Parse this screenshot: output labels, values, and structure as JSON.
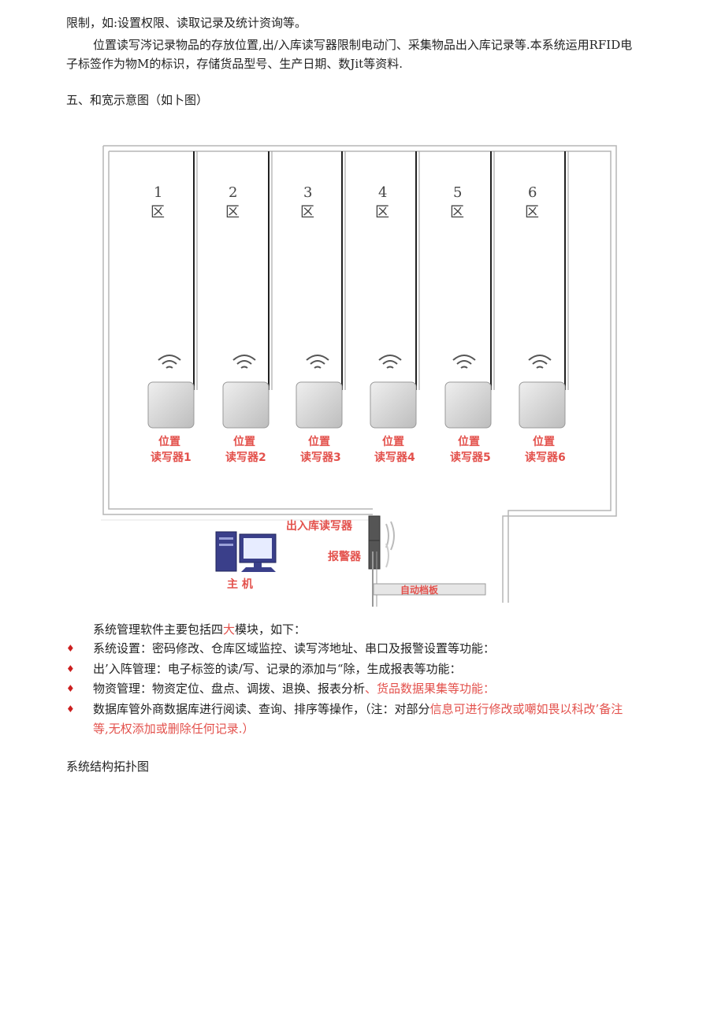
{
  "intro": {
    "line1": "限制，如:设置权限、读取记录及统计资询等。",
    "line2": "位置读写涔记录物品的存放位置,出/入库读写器限制电动门、采集物品出入库记录等.本系统运用RFID电",
    "line3": "子标签作为物M的标识，存储货品型号、生产日期、数Jit等资料."
  },
  "section_heading": "五、和宽示意图（如卜图）",
  "diagram": {
    "zones": [
      {
        "num": "1",
        "label": "区",
        "reader_line1": "位置",
        "reader_line2": "读写器1"
      },
      {
        "num": "2",
        "label": "区",
        "reader_line1": "位置",
        "reader_line2": "读写器2"
      },
      {
        "num": "3",
        "label": "区",
        "reader_line1": "位置",
        "reader_line2": "读写器3"
      },
      {
        "num": "4",
        "label": "区",
        "reader_line1": "位置",
        "reader_line2": "读写器4"
      },
      {
        "num": "5",
        "label": "区",
        "reader_line1": "位置",
        "reader_line2": "读写器5"
      },
      {
        "num": "6",
        "label": "区",
        "reader_line1": "位置",
        "reader_line2": "读写器6"
      }
    ],
    "inout_reader": "出入库读写器",
    "alarm": "报警器",
    "host": "主 机",
    "auto_gate": "自动档板"
  },
  "modules_intro": {
    "before": "系统管理软件主要包括四",
    "highlight": "大",
    "after": "模块，如下："
  },
  "bullets": [
    {
      "text": "系统设置：密码修改、仓库区域监控、读写涔地址、串口及报警设置等功能：",
      "red": ""
    },
    {
      "text": "出’入阵管理：电子标签的读/写、记录的添加与“除，生成报表等功能：",
      "red": ""
    },
    {
      "text": "物资管理：物资定位、盘点、调拨、退换、报表分析",
      "red": "、货品数据果集等功能："
    },
    {
      "text": "数据库管外商数据库进行阅读、查询、排序等操作，（注：对部分",
      "red": "信息可进行修改或嘲如畏以科改’备注"
    }
  ],
  "bullet4_cont": "等,无权添加或删除任何记录.）",
  "footer_heading": "系统结构拓扑图",
  "colors": {
    "accent_red": "#e3514c",
    "bullet_red": "#cc1f1f",
    "frame": "#aaaaaa"
  }
}
